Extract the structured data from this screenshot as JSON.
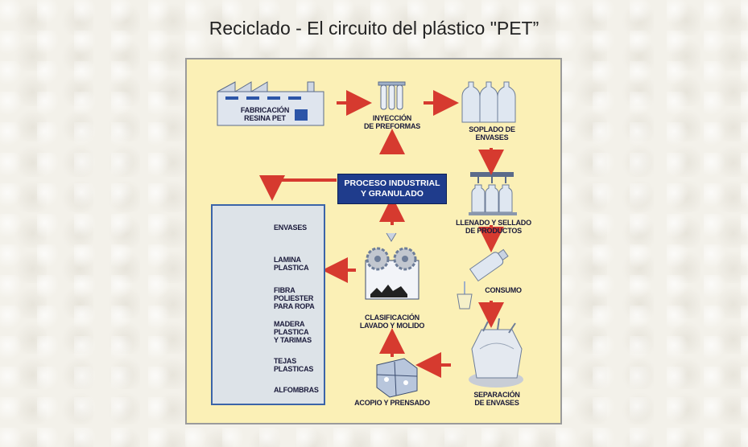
{
  "title": "Reciclado - El circuito del plástico \"PET”",
  "steps": {
    "fabrication": "FABRICACIÓN\nRESINA PET",
    "injection": "INYECCIÓN\nDE PREFORMAS",
    "blowing": "SOPLADO DE\nENVASES",
    "filling": "LLENADO Y SELLADO\nDE PRODUCTOS",
    "consumption": "CONSUMO",
    "separation": "SEPARACIÓN\nDE ENVASES",
    "collection": "ACOPIO Y PRENSADO",
    "classification": "CLASIFICACIÓN\nLAVADO Y MOLIDO",
    "industrial": "PROCESO INDUSTRIAL\nY GRANULADO"
  },
  "products": [
    {
      "label": "ENVASES",
      "icon": "bottle-icon"
    },
    {
      "label": "LAMINA\nPLASTICA",
      "icon": "sheet-icon"
    },
    {
      "label": "FIBRA\nPOLIESTER\nPARA ROPA",
      "icon": "jacket-icon"
    },
    {
      "label": "MADERA\nPLASTICA\nY TARIMAS",
      "icon": "board-icon"
    },
    {
      "label": "TEJAS\nPLASTICAS",
      "icon": "roof-tiles-icon"
    },
    {
      "label": "ALFOMBRAS",
      "icon": "carpet-icon"
    }
  ],
  "colors": {
    "panel": "#fbf0b6",
    "arrow": "#d63a2f",
    "industrial_box": "#1f3c8c",
    "products_box": "#dde3e8"
  }
}
